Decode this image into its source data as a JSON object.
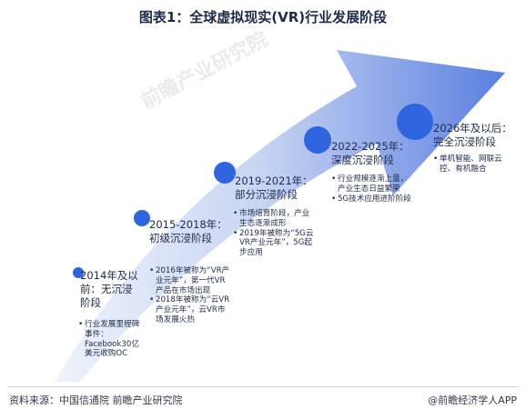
{
  "title": "图表1：全球虚拟现实(VR)行业发展阶段",
  "watermark": "前瞻产业研究院",
  "stages": [
    {
      "title": "2014年及以前：无沉浸阶段",
      "bullets": [
        "行业发展里程碑事件：Facebook30亿美元收购OC"
      ]
    },
    {
      "title": "2015-2018年：初级沉浸阶段",
      "bullets": [
        "2016年被称为“VR产业元年”，第一代VR产品在市场出现",
        "2018年被称为“云VR产业元年”，云VR市场发展火热"
      ]
    },
    {
      "title": "2019-2021年：部分沉浸阶段",
      "bullets": [
        "市场培育阶段，产业生态逐渐成形",
        "2019年被称为“5G云VR产业元年”，5G起步应用"
      ]
    },
    {
      "title": "2022-2025年：深度沉浸阶段",
      "bullets": [
        "行业规模逐渐上量，产业生态日益繁荣",
        "5G技术应用进阶阶段"
      ]
    },
    {
      "title": "2026年及以后：完全沉浸阶段",
      "bullets": [
        "单机智能、网联云控、有机融合"
      ]
    }
  ],
  "footer": {
    "source": "资料来源：中国信通院 前瞻产业研究院",
    "brand": "@前瞻经济学人APP"
  },
  "colors": {
    "arrow_light": "#dfe7f7",
    "arrow_mid": "#a9bdec",
    "arrow_dark": "#3f63d8",
    "dot": "#2f65df",
    "text": "#1e2a4a"
  }
}
